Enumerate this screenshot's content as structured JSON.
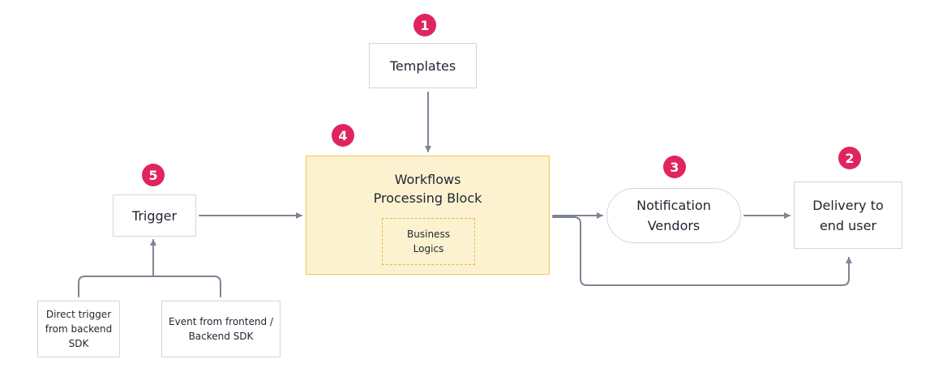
{
  "nodes": {
    "templates": {
      "label": "Templates"
    },
    "workflows": {
      "label": "Workflows\nProcessing Block"
    },
    "business_logics": {
      "label": "Business\nLogics"
    },
    "trigger": {
      "label": "Trigger"
    },
    "notification_vendors": {
      "label": "Notification\nVendors"
    },
    "delivery": {
      "label": "Delivery to\nend user"
    },
    "direct_trigger": {
      "label": "Direct trigger\nfrom backend\nSDK"
    },
    "event_frontend": {
      "label": "Event from frontend /\nBackend SDK"
    }
  },
  "badges": {
    "templates": "1",
    "delivery": "2",
    "vendors": "3",
    "workflows": "4",
    "trigger": "5"
  },
  "colors": {
    "badge": "#e0245e",
    "workflow_fill": "#fcf2d0",
    "workflow_border": "#f0c75c",
    "connector": "#7d8593",
    "box_border": "#d3d6dc"
  }
}
